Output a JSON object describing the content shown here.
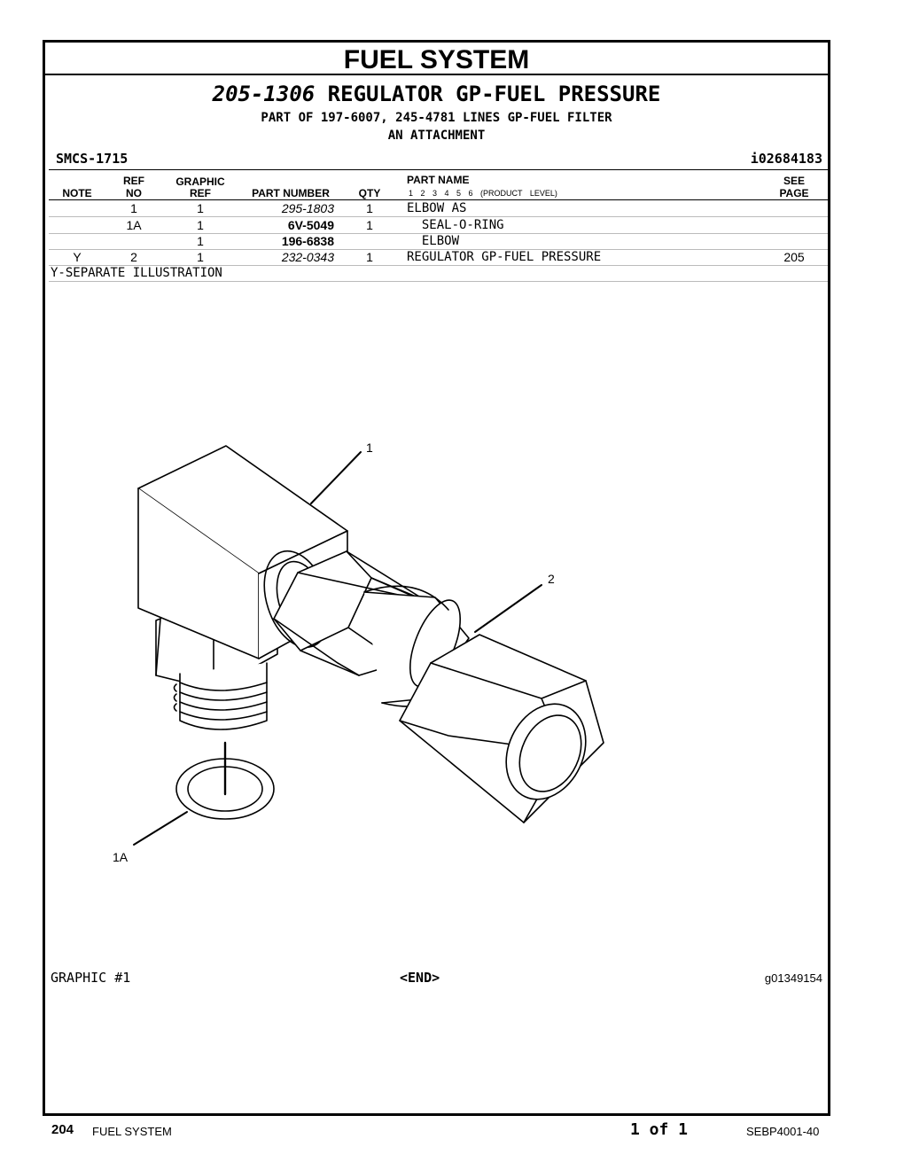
{
  "section_title": "FUEL SYSTEM",
  "assembly": {
    "part_number": "205-1306",
    "name": "REGULATOR GP-FUEL PRESSURE",
    "part_of": "PART OF 197-6007, 245-4781 LINES GP-FUEL FILTER",
    "subtitle": "AN ATTACHMENT"
  },
  "smcs": "SMCS-1715",
  "illustration_id": "i02684183",
  "table": {
    "headers": {
      "note": "NOTE",
      "ref_top": "REF",
      "ref_bottom": "NO",
      "graphic_top": "GRAPHIC",
      "graphic_bottom": "REF",
      "part_number": "PART NUMBER",
      "qty": "QTY",
      "part_name": "PART NAME",
      "levels": "1 2 3 4 5 6 (PRODUCT LEVEL)",
      "see_top": "SEE",
      "see_bottom": "PAGE"
    },
    "rows": [
      {
        "note": "",
        "ref": "1",
        "graphic": "1",
        "part_number": "295-1803",
        "qty": "1",
        "name": "ELBOW AS",
        "see": ""
      },
      {
        "note": "",
        "ref": "1A",
        "graphic": "1",
        "part_number": "6V-5049",
        "qty": "1",
        "name": "  SEAL-O-RING",
        "see": ""
      },
      {
        "note": "",
        "ref": "",
        "graphic": "1",
        "part_number": "196-6838",
        "qty": "",
        "name": "  ELBOW",
        "see": ""
      },
      {
        "note": "Y",
        "ref": "2",
        "graphic": "1",
        "part_number": "232-0343",
        "qty": "1",
        "name": "REGULATOR GP-FUEL PRESSURE",
        "see": "205"
      }
    ],
    "footnote": "Y-SEPARATE ILLUSTRATION"
  },
  "drawing": {
    "callouts": [
      "1",
      "2",
      "1A"
    ]
  },
  "graphic_label": "GRAPHIC #1",
  "end_marker": "<END>",
  "graphic_id": "g01349154",
  "footer": {
    "page_number": "204",
    "section": "FUEL SYSTEM",
    "page_of": "1 of 1",
    "document": "SEBP4001-40"
  }
}
